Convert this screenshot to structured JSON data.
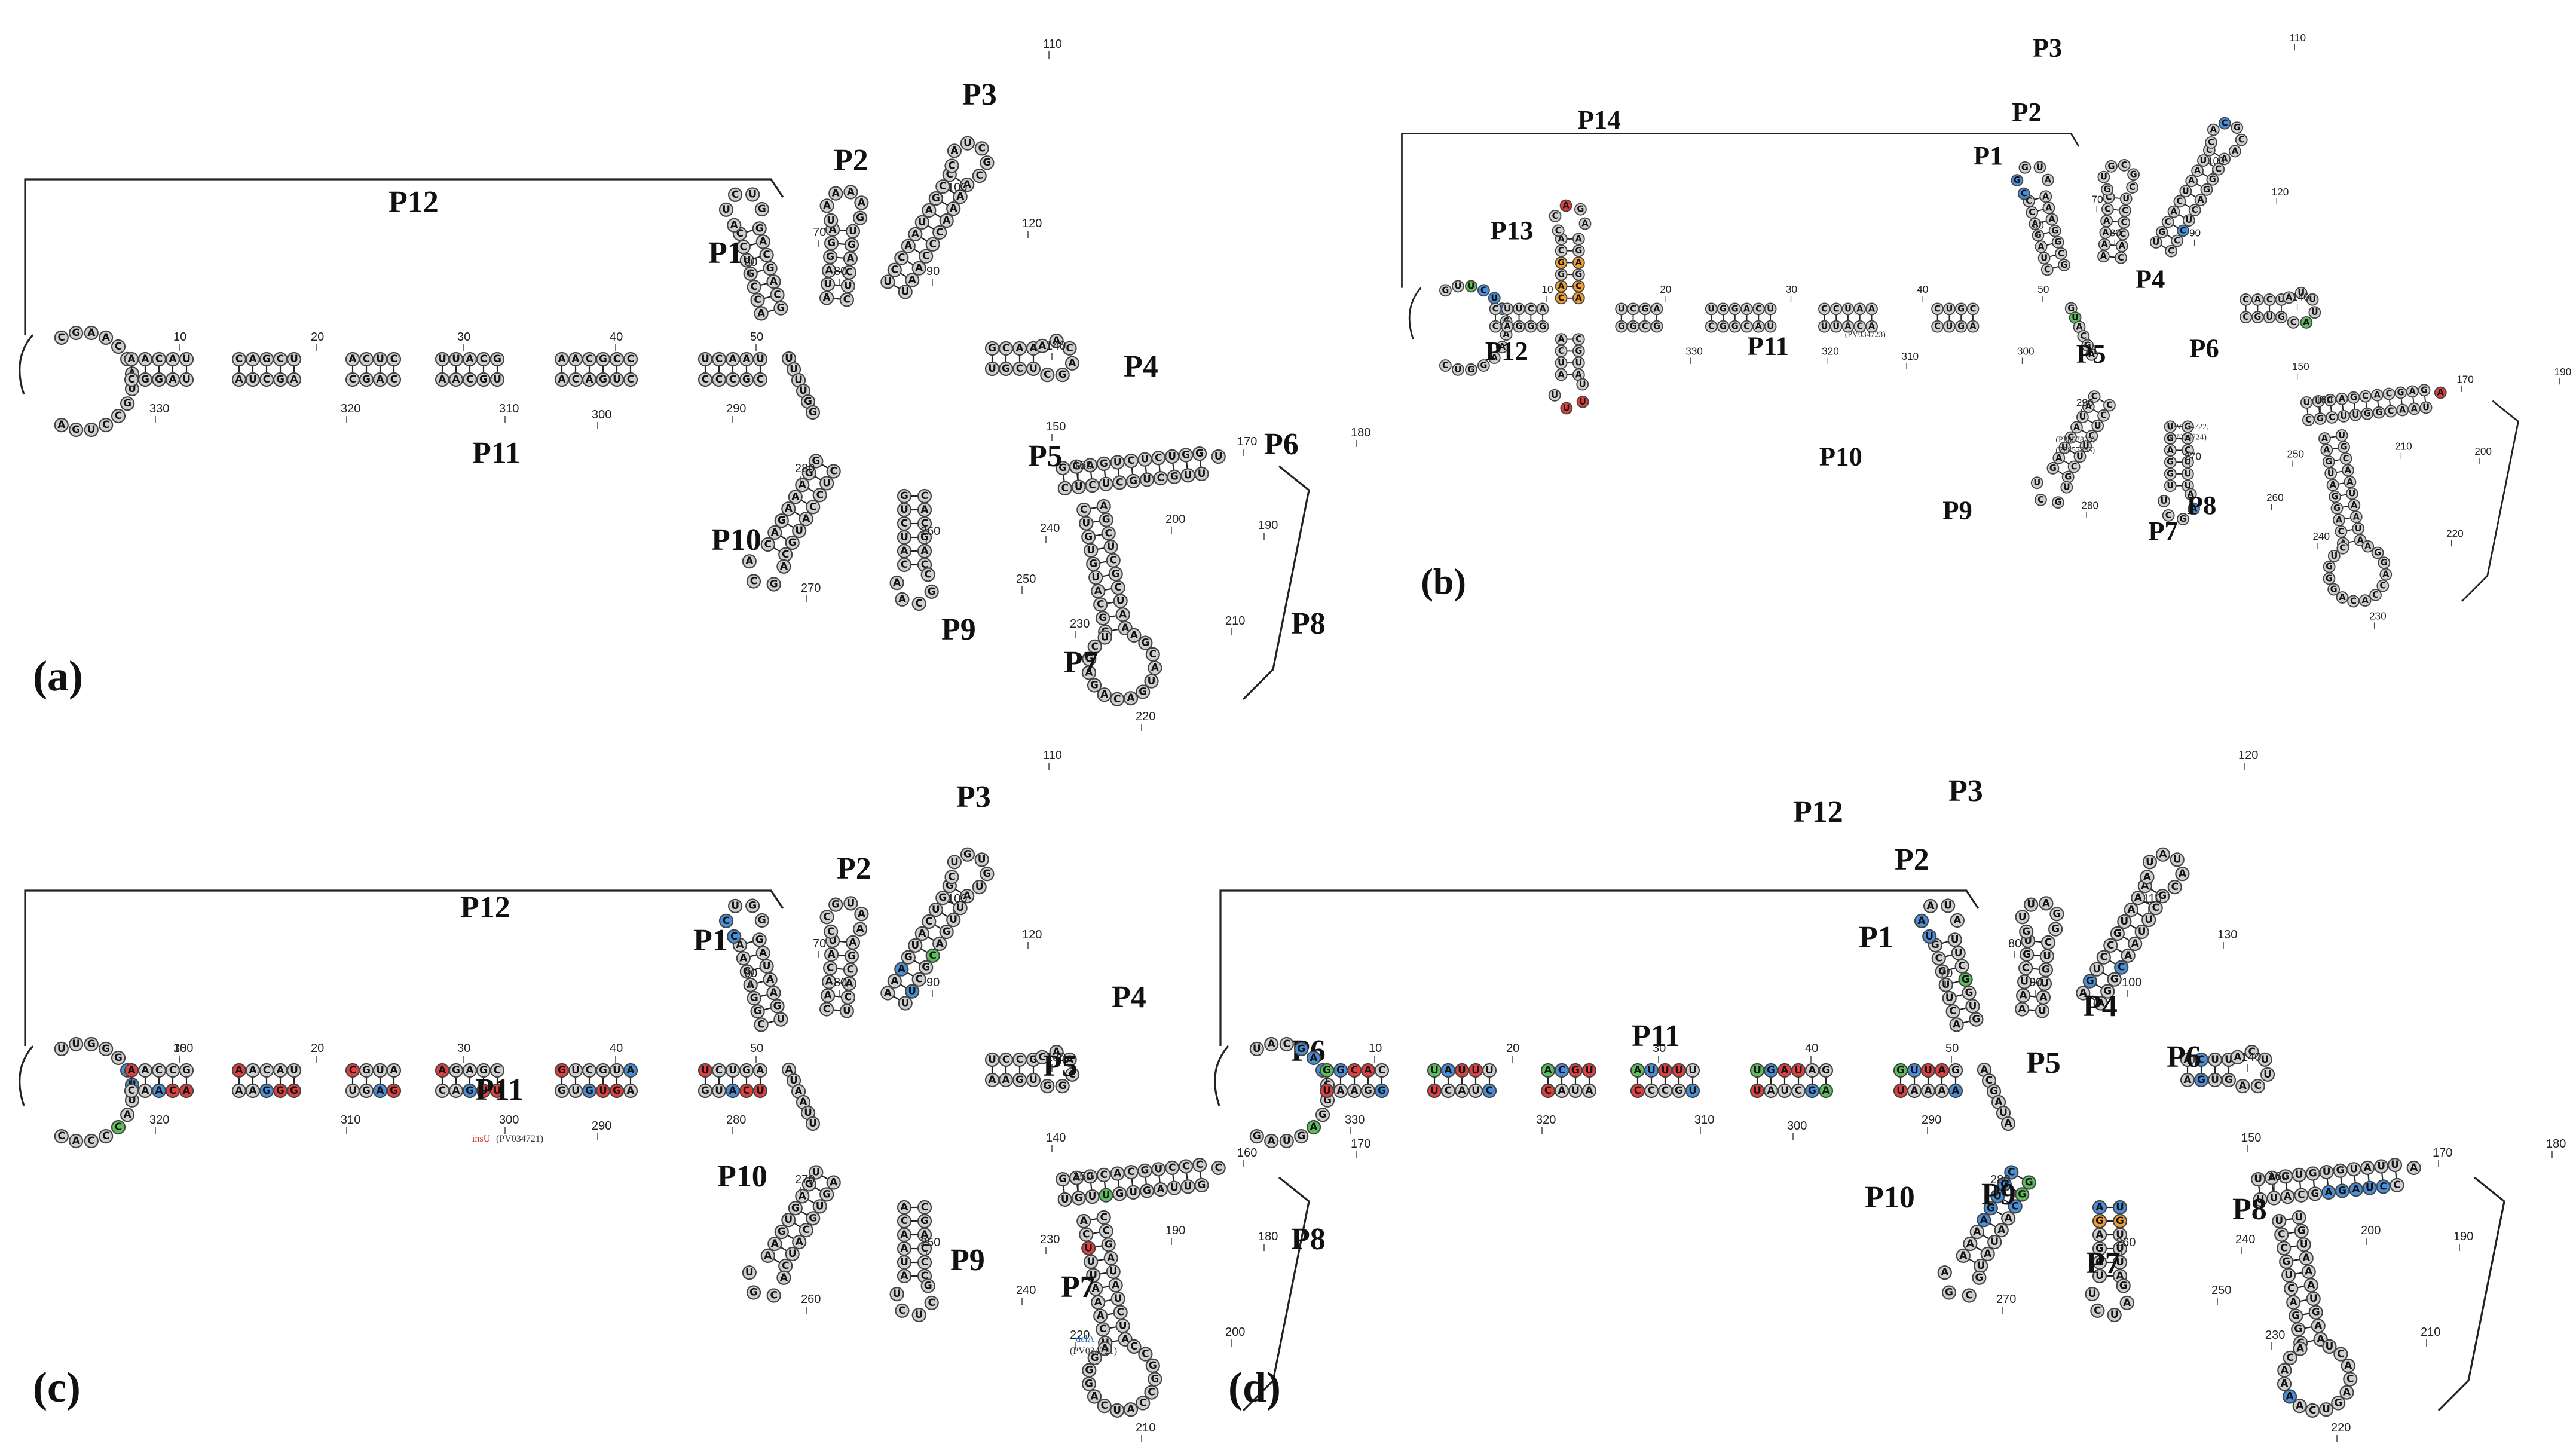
{
  "figure": {
    "colors": {
      "default": "#cfcfcf",
      "blue": "#4a90d9",
      "red": "#e04040",
      "green": "#5cbf5c",
      "orange": "#f0a030"
    },
    "panels": [
      {
        "id": "a",
        "letter": "(a)",
        "helices": [
          "P1",
          "P2",
          "P3",
          "P4",
          "P5",
          "P6",
          "P7",
          "P8",
          "P9",
          "P10",
          "P11",
          "P12"
        ],
        "positions": [
          "10",
          "20",
          "30",
          "40",
          "50",
          "60",
          "70",
          "80",
          "90",
          "100",
          "110",
          "120",
          "140",
          "150",
          "160",
          "170",
          "180",
          "190",
          "200",
          "210",
          "220",
          "230",
          "240",
          "250",
          "260",
          "270",
          "280",
          "290",
          "300",
          "310",
          "320",
          "330"
        ],
        "variants": []
      },
      {
        "id": "b",
        "letter": "(b)",
        "helices": [
          "P1",
          "P2",
          "P3",
          "P4",
          "P5",
          "P6",
          "P7",
          "P8",
          "P9",
          "P10",
          "P11",
          "P12",
          "P13",
          "P14"
        ],
        "positions": [
          "10",
          "20",
          "30",
          "40",
          "50",
          "60",
          "70",
          "80",
          "90",
          "100",
          "110",
          "120",
          "140",
          "150",
          "160",
          "170",
          "190",
          "200",
          "210",
          "220",
          "230",
          "240",
          "250",
          "260",
          "270",
          "280",
          "290",
          "300",
          "310",
          "320",
          "330"
        ],
        "variants": [
          "(PV034723)",
          "(PP857833)",
          "(PP857833)",
          "(PV034722,",
          "PV034724)"
        ]
      },
      {
        "id": "c",
        "letter": "(c)",
        "helices": [
          "P1",
          "P2",
          "P3",
          "P4",
          "P5",
          "P6",
          "P7",
          "P8",
          "P9",
          "P10",
          "P11",
          "P12"
        ],
        "positions": [
          "10",
          "20",
          "30",
          "40",
          "50",
          "60",
          "70",
          "80",
          "90",
          "100",
          "110",
          "120",
          "130",
          "140",
          "150",
          "160",
          "170",
          "180",
          "190",
          "200",
          "210",
          "220",
          "230",
          "240",
          "250",
          "260",
          "270",
          "280",
          "290",
          "300",
          "310",
          "320",
          "330"
        ],
        "variants": [
          "insU",
          "(PV034721)",
          "delA",
          "(PV034721)"
        ]
      },
      {
        "id": "d",
        "letter": "(d)",
        "helices": [
          "P1",
          "P2",
          "P3",
          "P4",
          "P5",
          "P6",
          "P7",
          "P8",
          "P9",
          "P10",
          "P11",
          "P12"
        ],
        "positions": [
          "10",
          "20",
          "30",
          "40",
          "50",
          "70",
          "80",
          "90",
          "100",
          "110",
          "120",
          "130",
          "140",
          "150",
          "160",
          "170",
          "180",
          "190",
          "200",
          "210",
          "220",
          "230",
          "240",
          "250",
          "260",
          "270",
          "280",
          "290",
          "300",
          "310",
          "320",
          "330"
        ],
        "variants": []
      }
    ]
  }
}
